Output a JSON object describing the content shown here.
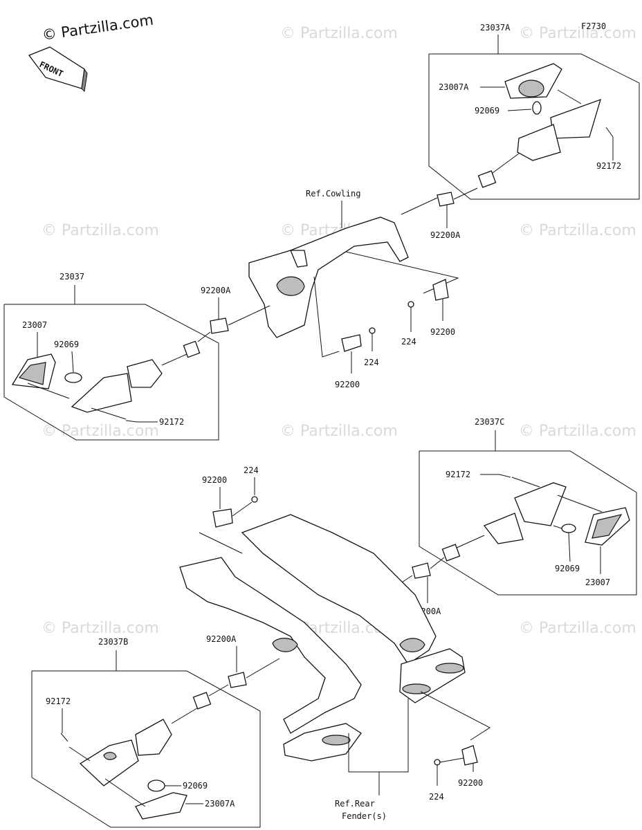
{
  "watermark": {
    "main": "© Partzilla.com",
    "repeat": "© Partzilla.com"
  },
  "figure_code": "F2730",
  "front_label": "FRONT",
  "refs": {
    "cowling": "Ref.Cowling",
    "rear_fender_line1": "Ref.Rear",
    "rear_fender_line2": "Fender(s)"
  },
  "callouts": {
    "a_23037A": "23037A",
    "a_23007A": "23007A",
    "a_92069": "92069",
    "a_92172": "92172",
    "a_92200A": "92200A",
    "b_23037": "23037",
    "b_23007": "23007",
    "b_92069": "92069",
    "b_92172": "92172",
    "b_92200A": "92200A",
    "c_92200": "92200",
    "c_224": "224",
    "d_224": "224",
    "d_92200": "92200",
    "e_23037C": "23037C",
    "e_92172": "92172",
    "e_92069": "92069",
    "e_23007": "23007",
    "e_92200A": "92200A",
    "f_92200": "92200",
    "f_224": "224",
    "g_23037B": "23037B",
    "g_92172": "92172",
    "g_92069": "92069",
    "g_23007A": "23007A",
    "g_92200A": "92200A",
    "h_224": "224",
    "h_92200": "92200"
  }
}
